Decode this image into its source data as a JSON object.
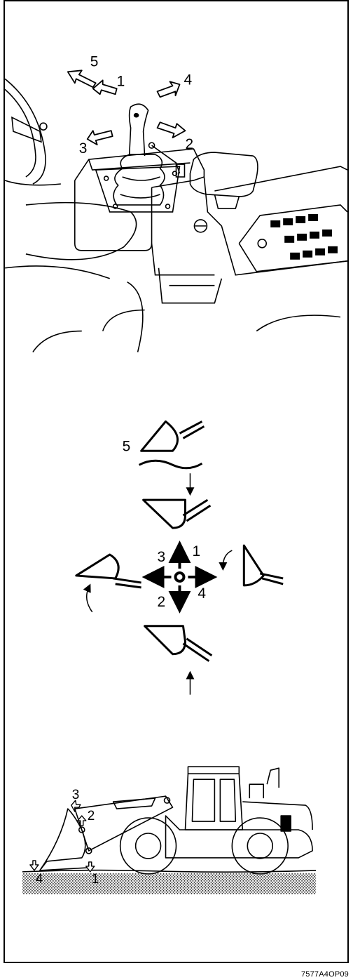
{
  "joystick_panel": {
    "labels": [
      "5",
      "1",
      "4",
      "3",
      "2"
    ]
  },
  "bucket_panel": {
    "labels": [
      "5",
      "3",
      "1",
      "4",
      "2"
    ]
  },
  "loader_panel": {
    "labels": [
      "3",
      "2",
      "4",
      "1"
    ]
  },
  "figure_code": "7577A4OP09"
}
